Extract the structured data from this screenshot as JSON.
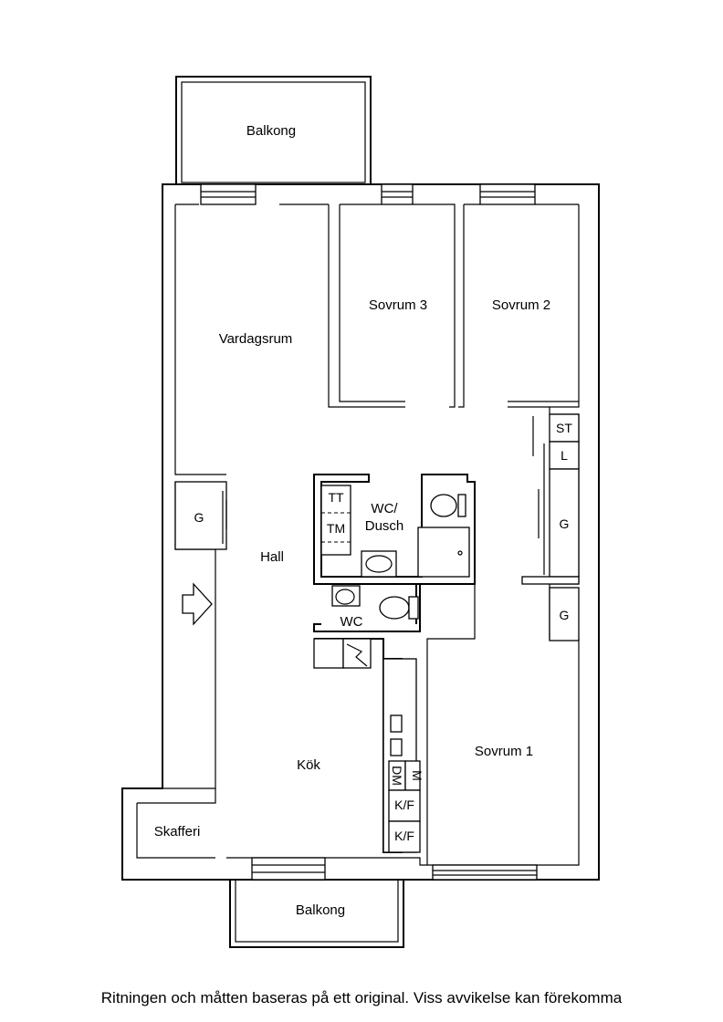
{
  "plan": {
    "rooms": {
      "balkong_top": "Balkong",
      "vardagsrum": "Vardagsrum",
      "sovrum3": "Sovrum 3",
      "sovrum2": "Sovrum 2",
      "sovrum1": "Sovrum 1",
      "hall": "Hall",
      "wc_dusch_line1": "WC/",
      "wc_dusch_line2": "Dusch",
      "wc": "WC",
      "kok": "Kök",
      "skafferi": "Skafferi",
      "balkong_bottom": "Balkong"
    },
    "fixtures": {
      "st": "ST",
      "l": "L",
      "g_right_upper": "G",
      "g_right_lower": "G",
      "g_hall": "G",
      "tt": "TT",
      "tm": "TM",
      "m": "M",
      "dm": "DM",
      "kf_upper": "K/F",
      "kf_lower": "K/F"
    }
  },
  "footer": {
    "disclaimer": "Ritningen och måtten baseras på ett original. Viss avvikelse kan förekomma"
  }
}
